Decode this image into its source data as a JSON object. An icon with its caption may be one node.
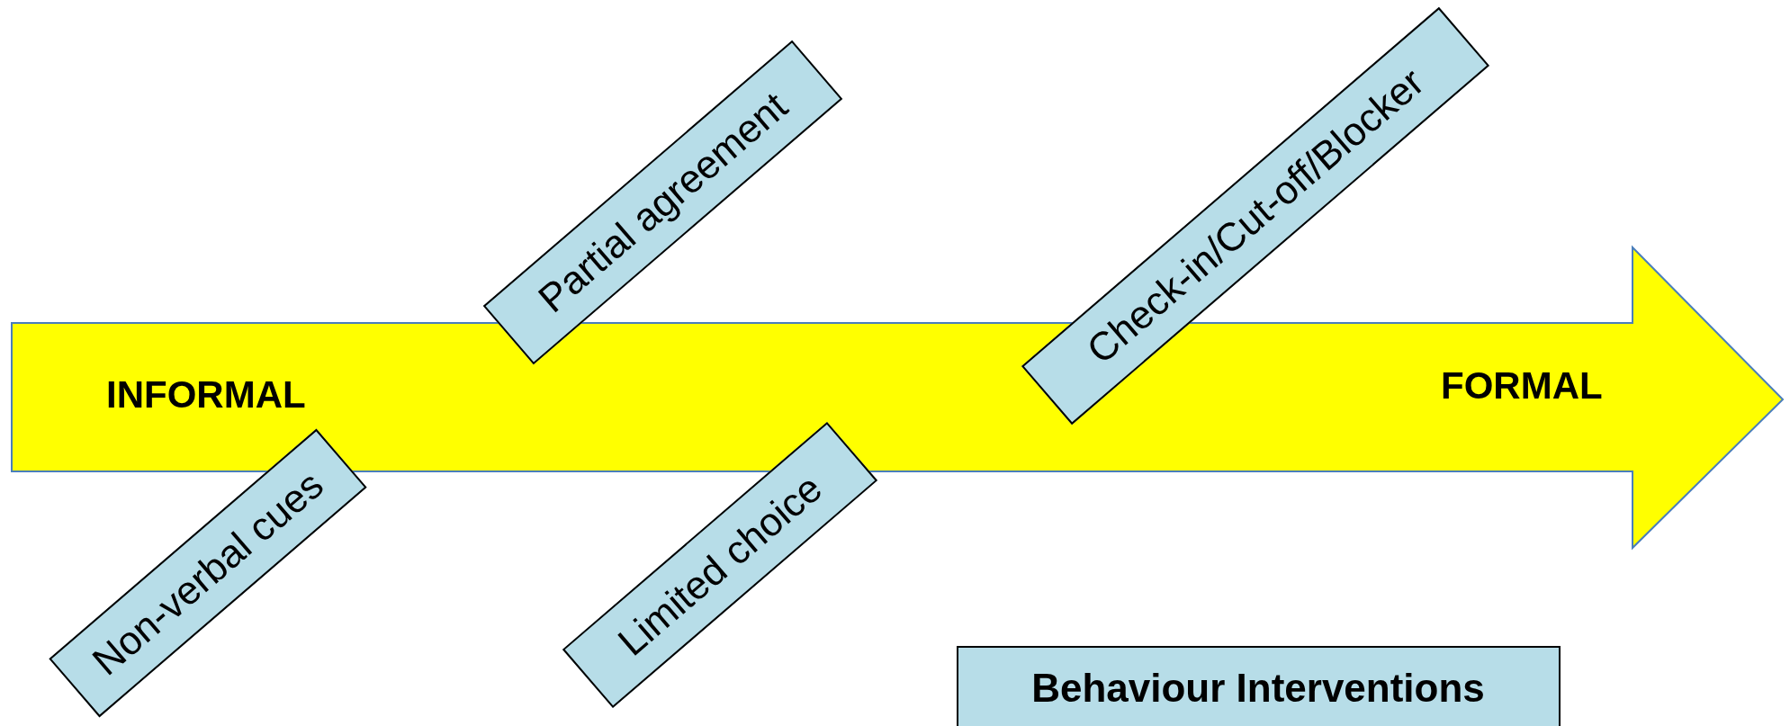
{
  "diagram": {
    "nodes": [
      {
        "text": [
          "INFORMAL",
          "FORMAL"
        ]
      },
      {
        "text": [
          "Partial agreement"
        ]
      },
      {
        "text": [
          "Check-in/Cut-off/Blocker"
        ]
      },
      {
        "text": [
          "Non-verbal cues"
        ]
      },
      {
        "text": [
          "Limited choice"
        ]
      },
      {
        "text": [
          "Behaviour Interventions"
        ]
      }
    ]
  }
}
